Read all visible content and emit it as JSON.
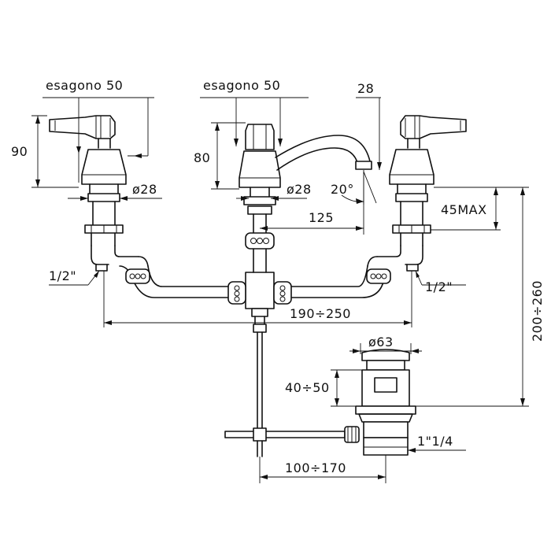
{
  "drawing": {
    "labels": {
      "left_hex": "esagono 50",
      "spout_hex": "esagono 50",
      "spout_offset": "28",
      "handle_height": "90",
      "spout_height": "80",
      "left_diameter": "ø28",
      "spout_diameter": "ø28",
      "angle": "20°",
      "spout_reach": "125",
      "max_depth": "45MAX",
      "left_thread": "1/2\"",
      "right_thread": "1/2\"",
      "centres": "190÷250",
      "overall_height": "200÷260",
      "waste_diameter": "ø63",
      "waste_height": "40÷50",
      "waste_thread": "1\"1/4",
      "rod_distance": "100÷170"
    }
  }
}
